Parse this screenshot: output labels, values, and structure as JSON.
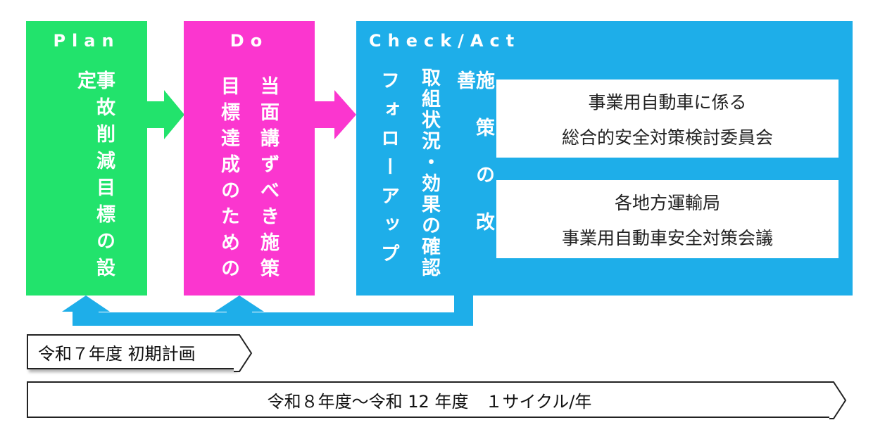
{
  "plan": {
    "header": "Plan",
    "text": "事故削減目標の設定"
  },
  "do": {
    "header": "Do",
    "col_right": "当面講ずべき施策",
    "col_left": "目標達成のための"
  },
  "check": {
    "header": "Check/Act",
    "col1": "フォローアップ",
    "col2": "取組状況・効果の確認",
    "col3": "施策の改善",
    "box1": {
      "line1": "事業用自動車に係る",
      "line2": "総合的安全対策検討委員会"
    },
    "box2": {
      "line1": "各地方運輸局",
      "line2": "事業用自動車安全対策会議"
    }
  },
  "timeline": {
    "initial": "令和７年度 初期計画",
    "cycle": "令和８年度～令和 12 年度　１サイクル/年"
  },
  "colors": {
    "plan": "#22e36c",
    "do": "#fb36cf",
    "check": "#1eaee9"
  }
}
